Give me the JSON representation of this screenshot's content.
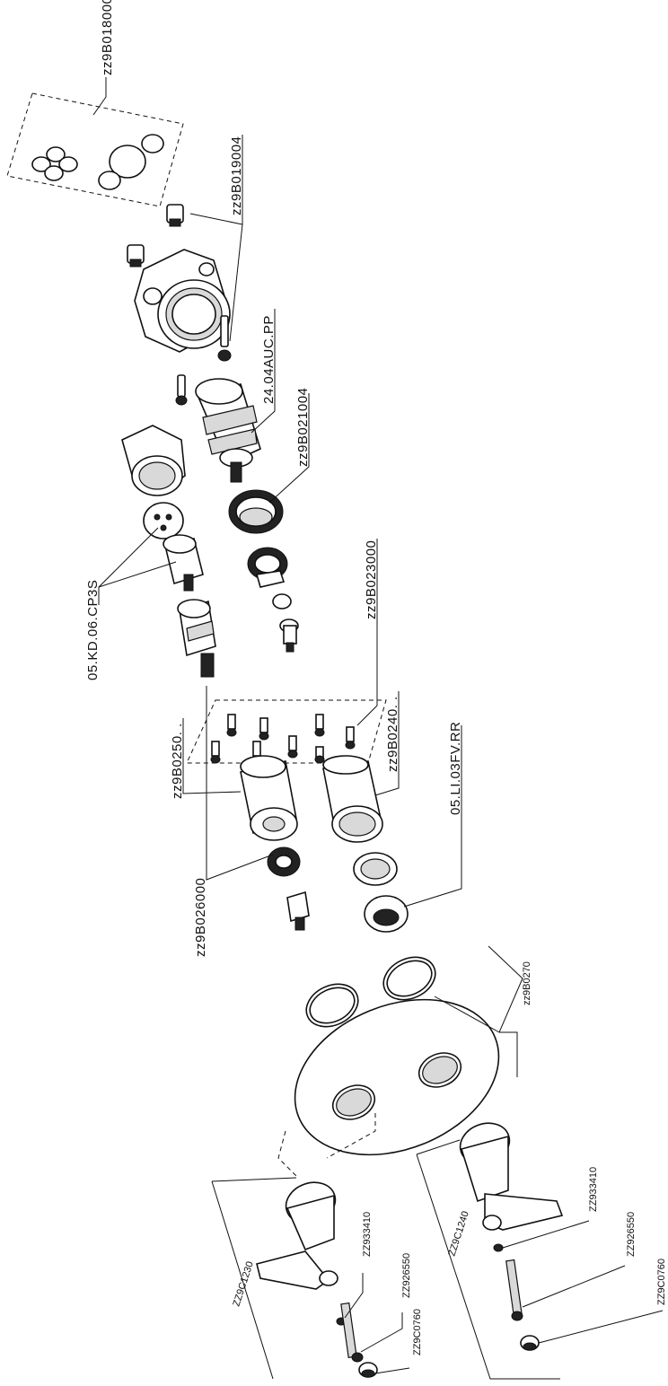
{
  "labels": {
    "kit_orings_top": "zz9B018000",
    "screws_top": "zz9B019004",
    "thermo_cartridge": "24.04AUC.PP",
    "adapter_ring": "zz9B021004",
    "stop_valve_cartridge": "05.KD.06.CP3S",
    "screw_kit": "zz9B023000",
    "sleeve_right": "zz9B0240. .",
    "sleeve_left": "zz9B0250. .",
    "diverter_ring": "05.LI.03FV.RR",
    "spline_adapter": "zz9B026000",
    "plate_orings": "zz9B0270",
    "handle_left": "ZZ9C1230",
    "washer_left": "ZZ933410",
    "screw_left": "ZZ926550",
    "cap_left": "ZZ9C0760",
    "handle_right": "ZZ9C1240",
    "washer_right": "ZZ933410",
    "screw_right": "ZZ926550",
    "cap_right": "ZZ9C0760"
  }
}
